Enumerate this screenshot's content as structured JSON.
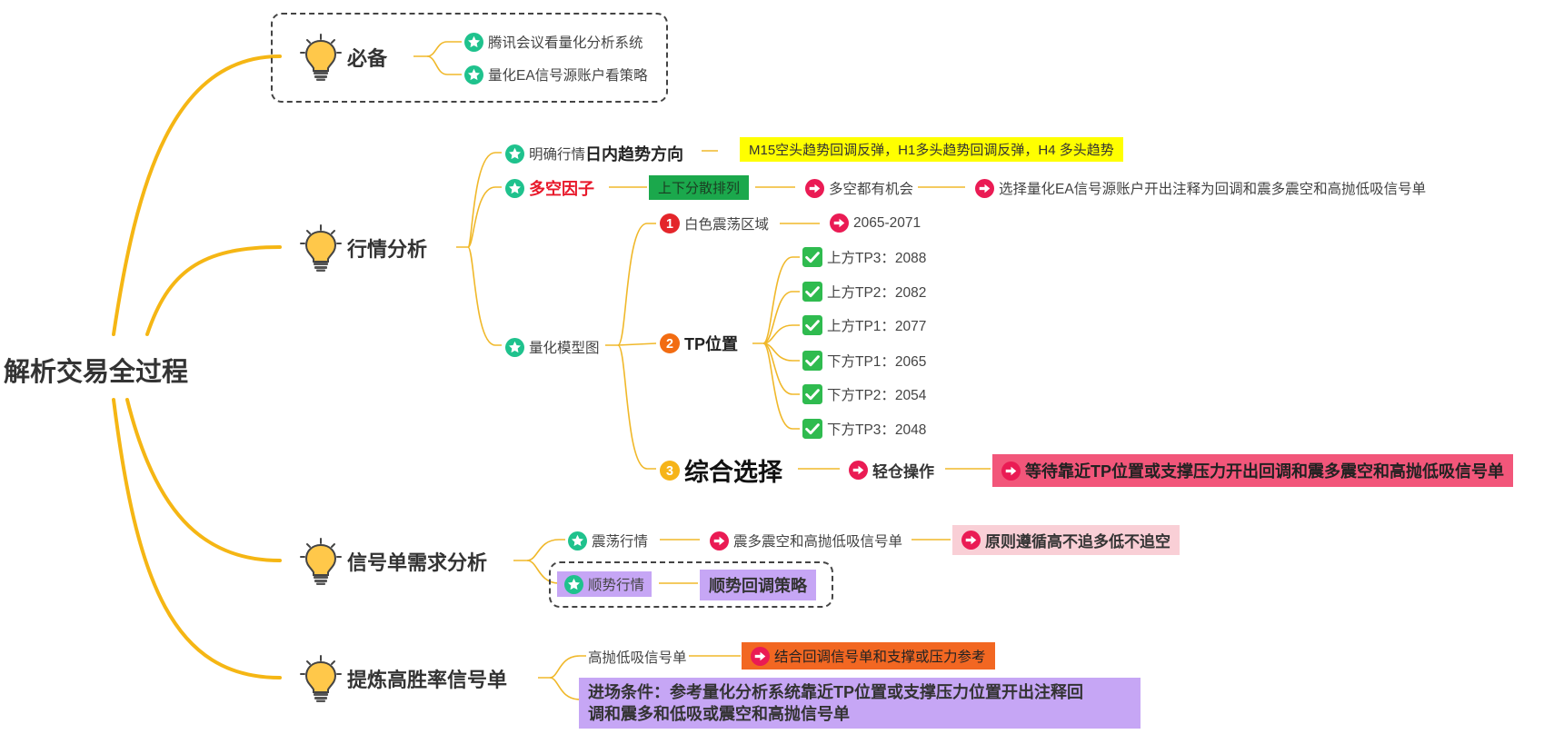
{
  "root": "解析交易全过程",
  "colors": {
    "branch": "#f5b614",
    "line": "#f0b82a",
    "star": "#1fc28d",
    "arrow": "#ea1b54",
    "yellow": "#ffff00",
    "green": "#1ba84c",
    "pink": "#f2567a",
    "lightpink": "#f9cfd6",
    "purple": "#c6a6f5",
    "orange": "#f26722",
    "check": "#2fbb4f"
  },
  "branches": {
    "bibei": {
      "label": "必备",
      "items": [
        "腾讯会议看量化分析系统",
        "量化EA信号源账户看策略"
      ]
    },
    "hangqing": {
      "label": "行情分析",
      "trend_prefix": "明确行情",
      "trend_bold": "日内趋势方向",
      "trend_note": "M15空头趋势回调反弹，H1多头趋势回调反弹，H4 多头趋势",
      "factor": "多空因子",
      "factor_tag": "上下分散排列",
      "factor_chance": "多空都有机会",
      "factor_choice": "选择量化EA信号源账户开出注释为回调和震多震空和高抛低吸信号单",
      "model": "量化模型图",
      "zone": "白色震荡区域",
      "zone_range": "2065-2071",
      "tp_title": "TP位置",
      "tps": [
        "上方TP3：2088",
        "上方TP2：2082",
        "上方TP1：2077",
        "下方TP1：2065",
        "下方TP2：2054",
        "下方TP3：2048"
      ],
      "choice": "综合选择",
      "light": "轻仓操作",
      "wait": "等待靠近TP位置或支撑压力开出回调和震多震空和高抛低吸信号单",
      "num1": "1",
      "num2": "2",
      "num3": "3"
    },
    "xinhao": {
      "label": "信号单需求分析",
      "oscillation": "震荡行情",
      "osc_signal": "震多震空和高抛低吸信号单",
      "principle": "原则遵循高不追多低不追空",
      "trend": "顺势行情",
      "trend_strategy": "顺势回调策略"
    },
    "tilian": {
      "label": "提炼高胜率信号单",
      "sell_high": "高抛低吸信号单",
      "combine": "结合回调信号单和支撑或压力参考",
      "entry_line1": "进场条件：参考量化分析系统靠近TP位置或支撑压力位置开出注释回",
      "entry_line2": "调和震多和低吸或震空和高抛信号单"
    }
  },
  "icons": {
    "bulb": "lightbulb-icon",
    "star": "star-icon",
    "arrow": "arrow-right-icon",
    "check": "checkmark-icon"
  }
}
